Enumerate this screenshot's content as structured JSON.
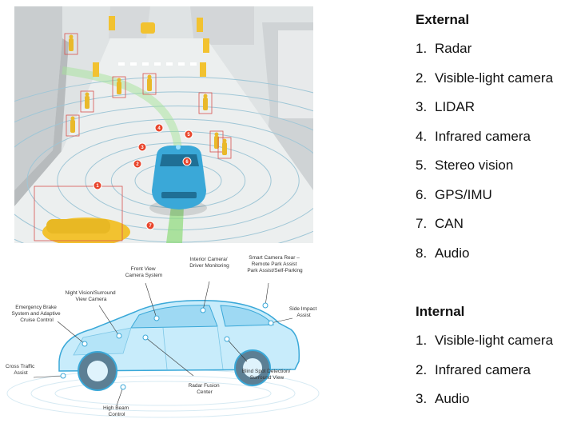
{
  "external": {
    "heading": "External",
    "items": [
      {
        "num": "1.",
        "label": "Radar"
      },
      {
        "num": "2.",
        "label": "Visible-light camera"
      },
      {
        "num": "3.",
        "label": "LIDAR"
      },
      {
        "num": "4.",
        "label": "Infrared camera"
      },
      {
        "num": "5.",
        "label": "Stereo vision"
      },
      {
        "num": "6.",
        "label": "GPS/IMU"
      },
      {
        "num": "7.",
        "label": "CAN"
      },
      {
        "num": "8.",
        "label": "Audio"
      }
    ]
  },
  "internal": {
    "heading": "Internal",
    "items": [
      {
        "num": "1.",
        "label": "Visible-light camera"
      },
      {
        "num": "2.",
        "label": "Infrared camera"
      },
      {
        "num": "3.",
        "label": "Audio"
      }
    ]
  },
  "sensor_badges": [
    "1",
    "2",
    "3",
    "4",
    "5",
    "6",
    "7"
  ],
  "car_callouts": {
    "front_view": [
      "Front View",
      "Camera System"
    ],
    "interior": [
      "Interior Camera/",
      "Driver Monitoring"
    ],
    "smart_camera": [
      "Smart Camera Rear –",
      "Remote Park Assist",
      "Park Assist/Self-Parking"
    ],
    "night_vision": [
      "Night Vision/Surround",
      "View Camera"
    ],
    "emergency": [
      "Emergency Brake",
      "System and Adaptive",
      "Cruise Control"
    ],
    "side_impact": [
      "Side Impact",
      "Assist"
    ],
    "cross_traffic": [
      "Cross Traffic",
      "Assist"
    ],
    "blind_spot": [
      "Blind Spot Detection/",
      "Surround View"
    ],
    "radar_fusion": [
      "Radar Fusion",
      "Center"
    ],
    "high_beam": [
      "High Beam",
      "Control"
    ]
  },
  "colors": {
    "badge": "#e8452c",
    "car_body": "#3aa8d8",
    "road_ring": "#9fc6d6",
    "pedestrian_box": "#d9534f",
    "wireframe": "#8fd0ee"
  }
}
